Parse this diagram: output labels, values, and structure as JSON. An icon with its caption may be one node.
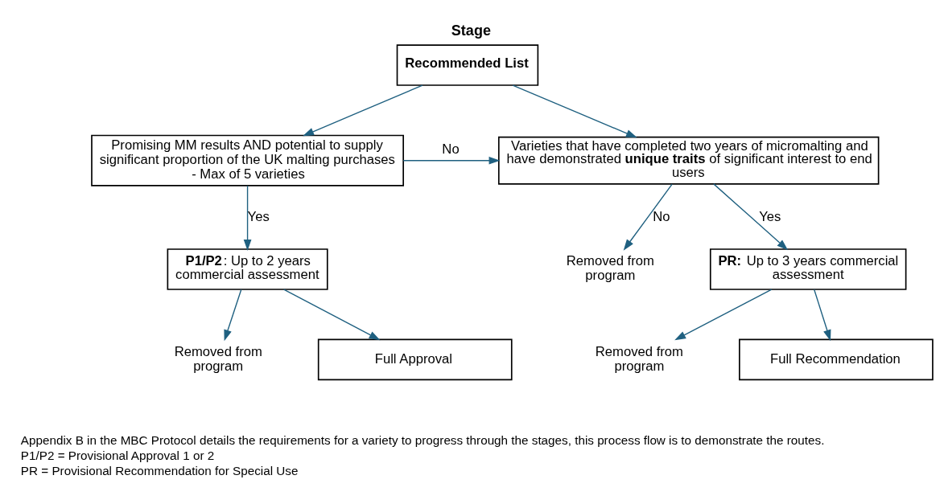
{
  "diagram": {
    "title": "Stage",
    "nodes": [
      {
        "text": [
          "Recommended List"
        ]
      },
      {
        "text": [
          "Promising MM results AND potential to supply significant proportion of the UK malting purchases - Max of 5 varieties"
        ]
      },
      {
        "text": [
          "Varieties that have completed two years of micromalting and have demonstrated **unique traits** of significant interest to end users"
        ]
      },
      {
        "text": [
          "Removed from program"
        ]
      },
      {
        "text": [
          "**P1/P2**: Up to 2 years commercial assessment"
        ]
      },
      {
        "text": [
          "**PR:** Up to 3 years commercial assessment"
        ]
      },
      {
        "text": [
          "Removed from program"
        ]
      },
      {
        "text": [
          "Full Approval"
        ]
      },
      {
        "text": [
          "Removed from program"
        ]
      },
      {
        "text": [
          "Full Recommendation"
        ]
      }
    ],
    "edges": [
      {
        "from": 0,
        "to": 1,
        "arrow": "to"
      },
      {
        "from": 0,
        "to": 2,
        "arrow": "to"
      },
      {
        "from": 1,
        "to": 2,
        "arrow": "to",
        "label": "No"
      },
      {
        "from": 1,
        "to": 4,
        "arrow": "to",
        "label": "Yes"
      },
      {
        "from": 2,
        "to": 5,
        "arrow": "to",
        "label": "Yes"
      },
      {
        "from": 2,
        "to": 3,
        "arrow": "to",
        "label": "No"
      },
      {
        "from": 4,
        "to": 6,
        "arrow": "to"
      },
      {
        "from": 4,
        "to": 7,
        "arrow": "to"
      },
      {
        "from": 5,
        "to": 9,
        "arrow": "to"
      },
      {
        "from": 5,
        "to": 8,
        "arrow": "to"
      }
    ],
    "labels": [
      "Appendix B in the MBC Protocol details the requirements for a variety to progress through the stages, this process flow is to demonstrate the routes.",
      "P1/P2 = Provisional Approval 1 or 2",
      "PR = Provisional Recommendation for Special Use"
    ]
  }
}
